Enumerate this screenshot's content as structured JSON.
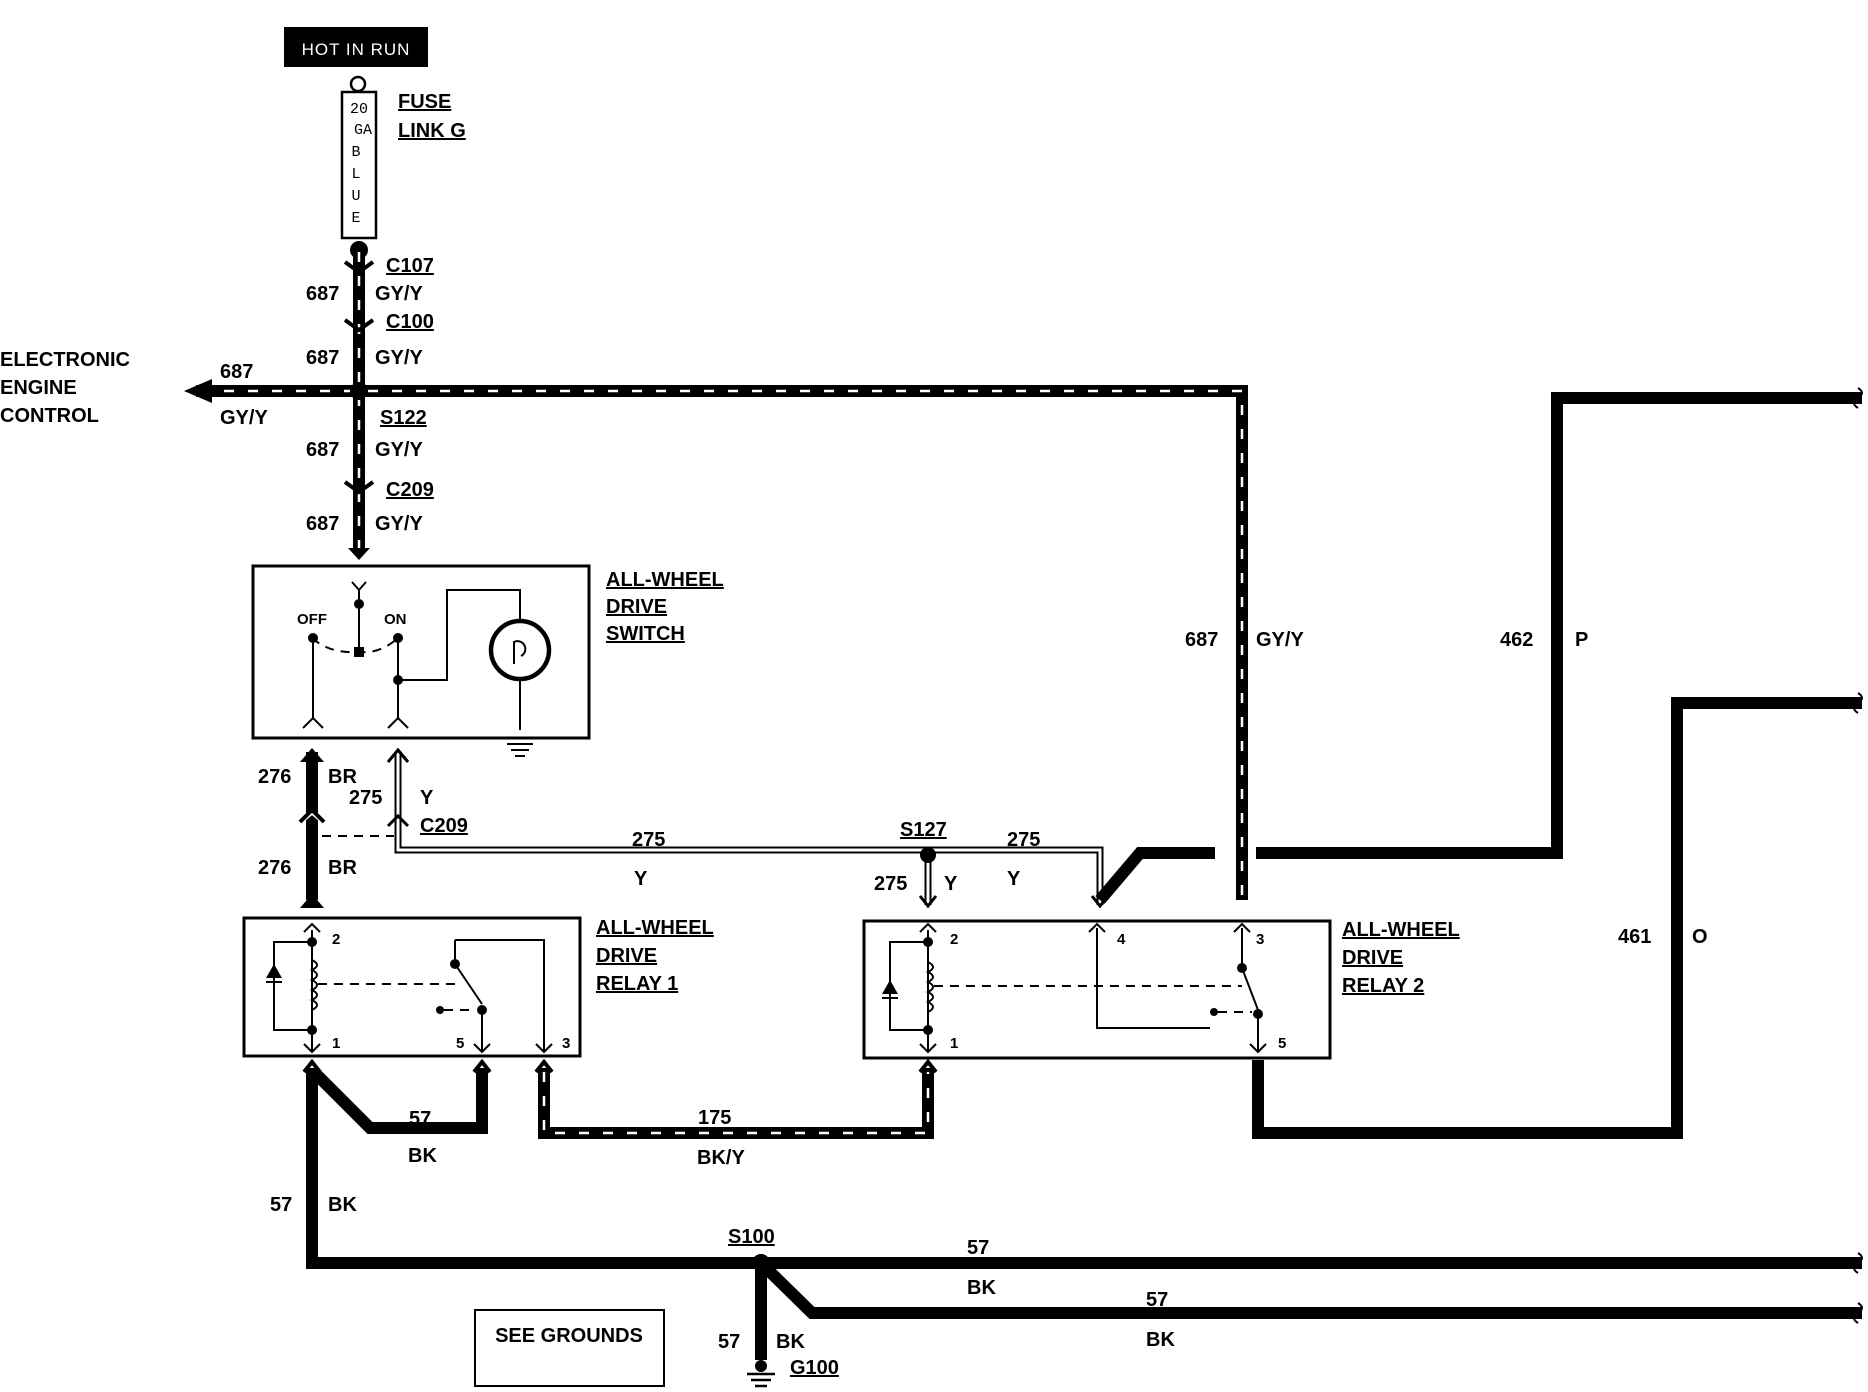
{
  "power": {
    "hot_label": "HOT IN RUN"
  },
  "fuse": {
    "title_line1": "FUSE",
    "title_line2": "LINK G",
    "body_chars": [
      "20",
      "GA",
      "B",
      "L",
      "U",
      "E"
    ]
  },
  "connectors": {
    "c107": "C107",
    "c100": "C100",
    "s122": "S122",
    "c209_top": "C209",
    "c209_bottom": "C209",
    "s127": "S127",
    "s100": "S100",
    "g100": "G100"
  },
  "circuits": {
    "c687": "687",
    "gyy": "GY/Y",
    "c276": "276",
    "br": "BR",
    "c275": "275",
    "y": "Y",
    "c462": "462",
    "p": "P",
    "c461": "461",
    "o": "O",
    "c57": "57",
    "bk": "BK",
    "c175": "175",
    "bky": "BK/Y"
  },
  "eec": {
    "line1": "ELECTRONIC",
    "line2": "ENGINE",
    "line3": "CONTROL"
  },
  "switch": {
    "title_line1": "ALL-WHEEL",
    "title_line2": "DRIVE",
    "title_line3": "SWITCH",
    "off_label": "OFF",
    "on_label": "ON"
  },
  "relay1": {
    "title_line1": "ALL-WHEEL",
    "title_line2": "DRIVE",
    "title_line3": "RELAY 1",
    "pins": [
      "2",
      "1",
      "5",
      "3"
    ]
  },
  "relay2": {
    "title_line1": "ALL-WHEEL",
    "title_line2": "DRIVE",
    "title_line3": "RELAY 2",
    "pins": [
      "2",
      "1",
      "4",
      "3",
      "5"
    ]
  },
  "see_grounds": "SEE GROUNDS"
}
